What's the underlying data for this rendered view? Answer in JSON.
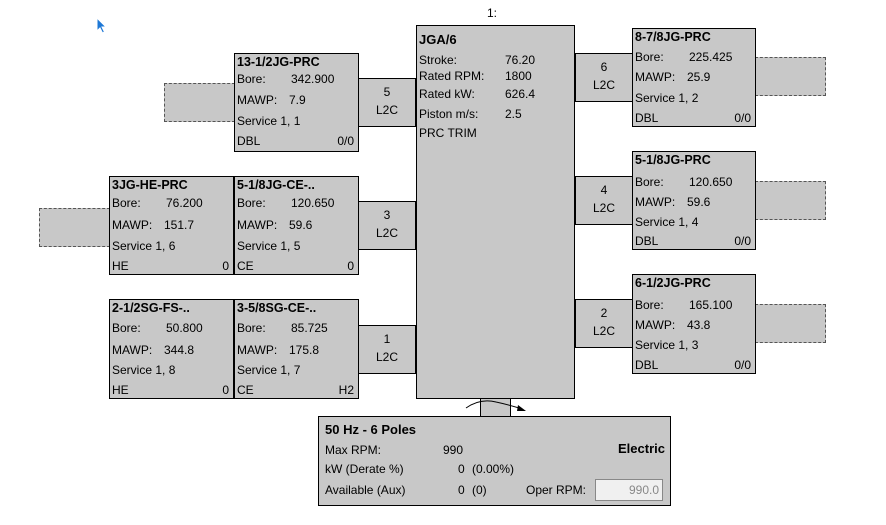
{
  "top_label": "1:",
  "frame": {
    "title": "JGA/6",
    "rows": [
      {
        "label": "Stroke:",
        "value": "76.20"
      },
      {
        "label": "Rated RPM:",
        "value": "1800"
      },
      {
        "label": "Rated kW:",
        "value": "626.4"
      },
      {
        "label": "Piston m/s:",
        "value": "2.5"
      }
    ],
    "trim": "PRC TRIM"
  },
  "throws": {
    "t5": {
      "num": "5",
      "type": "L2C"
    },
    "t3": {
      "num": "3",
      "type": "L2C"
    },
    "t1": {
      "num": "1",
      "type": "L2C"
    },
    "t6": {
      "num": "6",
      "type": "L2C"
    },
    "t4": {
      "num": "4",
      "type": "L2C"
    },
    "t2": {
      "num": "2",
      "type": "L2C"
    }
  },
  "cylinders": {
    "c13": {
      "title": "13-1/2JG-PRC",
      "bore_label": "Bore:",
      "bore": "342.900",
      "mawp_label": "MAWP:",
      "mawp": "7.9",
      "service": "Service 1, 1",
      "foot_left": "DBL",
      "foot_right": "0/0"
    },
    "c3jg": {
      "title": "3JG-HE-PRC",
      "bore_label": "Bore:",
      "bore": "76.200",
      "mawp_label": "MAWP:",
      "mawp": "151.7",
      "service": "Service 1, 6",
      "foot_left": "HE",
      "foot_right": "0"
    },
    "c51a": {
      "title": "5-1/8JG-CE-..",
      "bore_label": "Bore:",
      "bore": "120.650",
      "mawp_label": "MAWP:",
      "mawp": "59.6",
      "service": "Service 1, 5",
      "foot_left": "CE",
      "foot_right": "0"
    },
    "c212": {
      "title": "2-1/2SG-FS-..",
      "bore_label": "Bore:",
      "bore": "50.800",
      "mawp_label": "MAWP:",
      "mawp": "344.8",
      "service": "Service 1, 8",
      "foot_left": "HE",
      "foot_right": "0"
    },
    "c358": {
      "title": "3-5/8SG-CE-..",
      "bore_label": "Bore:",
      "bore": "85.725",
      "mawp_label": "MAWP:",
      "mawp": "175.8",
      "service": "Service 1, 7",
      "foot_left": "CE",
      "foot_right": "H2"
    },
    "c878": {
      "title": "8-7/8JG-PRC",
      "bore_label": "Bore:",
      "bore": "225.425",
      "mawp_label": "MAWP:",
      "mawp": "25.9",
      "service": "Service 1, 2",
      "foot_left": "DBL",
      "foot_right": "0/0"
    },
    "c51b": {
      "title": "5-1/8JG-PRC",
      "bore_label": "Bore:",
      "bore": "120.650",
      "mawp_label": "MAWP:",
      "mawp": "59.6",
      "service": "Service 1, 4",
      "foot_left": "DBL",
      "foot_right": "0/0"
    },
    "c612": {
      "title": "6-1/2JG-PRC",
      "bore_label": "Bore:",
      "bore": "165.100",
      "mawp_label": "MAWP:",
      "mawp": "43.8",
      "service": "Service 1, 3",
      "foot_left": "DBL",
      "foot_right": "0/0"
    }
  },
  "driver": {
    "title": "50 Hz - 6 Poles",
    "type": "Electric",
    "max_rpm_label": "Max RPM:",
    "max_rpm": "990",
    "kw_label": "kW (Derate %)",
    "kw": "0",
    "kw_pct": "(0.00%)",
    "avail_label": "Available (Aux)",
    "avail": "0",
    "avail_aux": "(0)",
    "oper_rpm_label": "Oper RPM:",
    "oper_rpm": "990.0"
  }
}
